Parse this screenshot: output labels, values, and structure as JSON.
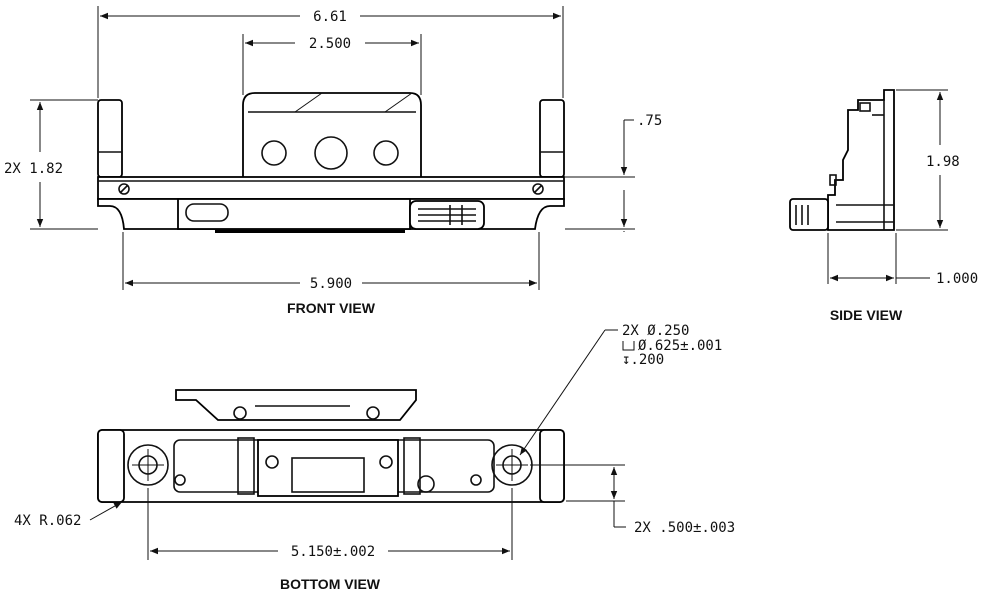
{
  "front_view": {
    "label": "FRONT VIEW",
    "dim_overall_width": "6.61",
    "dim_top_width": "2.500",
    "dim_height": "2X 1.82",
    "dim_step": ".75",
    "dim_hole_spacing": "5.900"
  },
  "side_view": {
    "label": "SIDE VIEW",
    "dim_height": "1.98",
    "dim_depth": "1.000"
  },
  "bottom_view": {
    "label": "BOTTOM VIEW",
    "hole_callout_line1": "2X Ø.250",
    "hole_callout_line2": "Ø.625±.001",
    "hole_callout_line3": "↧.200",
    "dim_radius": "4X R.062",
    "dim_hole_spacing": "5.150±.002",
    "dim_offset": "2X .500±.003"
  }
}
